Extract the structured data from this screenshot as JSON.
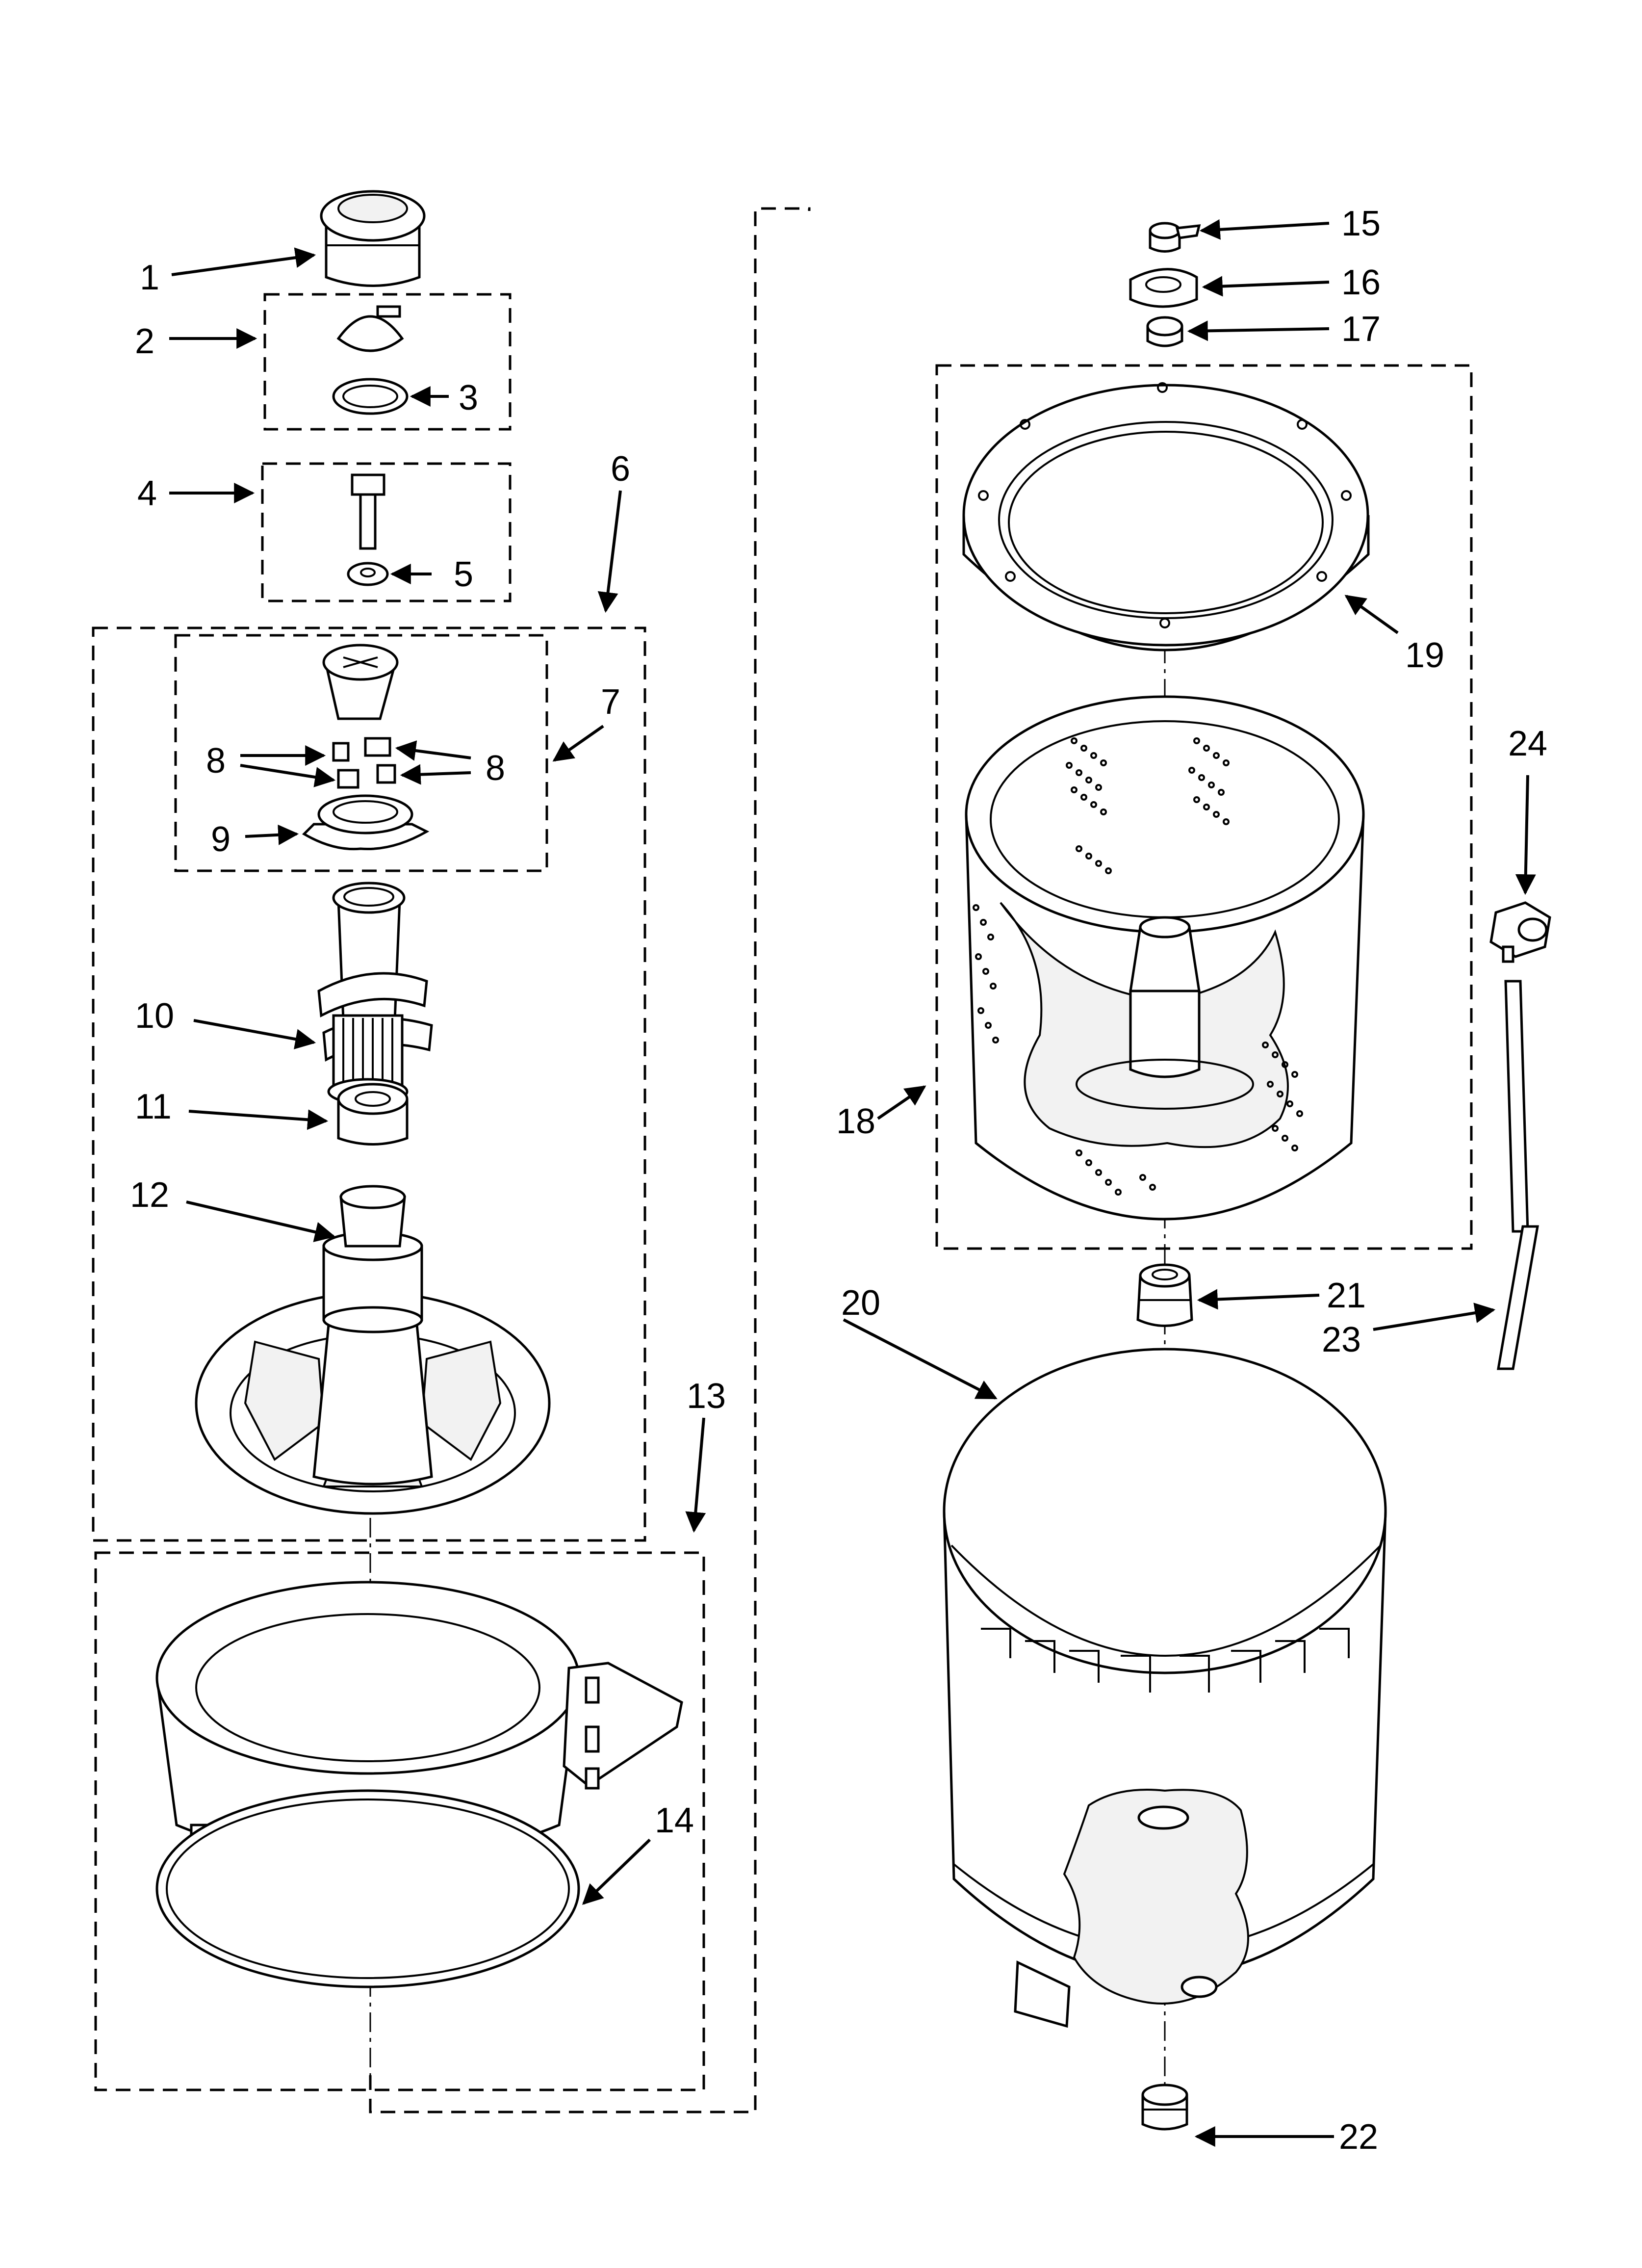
{
  "callouts": {
    "c1": "1",
    "c2": "2",
    "c3": "3",
    "c4": "4",
    "c5": "5",
    "c6": "6",
    "c7": "7",
    "c8a": "8",
    "c8b": "8",
    "c9": "9",
    "c10": "10",
    "c11": "11",
    "c12": "12",
    "c13": "13",
    "c14": "14",
    "c15": "15",
    "c16": "16",
    "c17": "17",
    "c18": "18",
    "c19": "19",
    "c20": "20",
    "c21": "21",
    "c22": "22",
    "c23": "23",
    "c24": "24"
  },
  "colors": {
    "line": "#000000",
    "background": "#ffffff"
  }
}
